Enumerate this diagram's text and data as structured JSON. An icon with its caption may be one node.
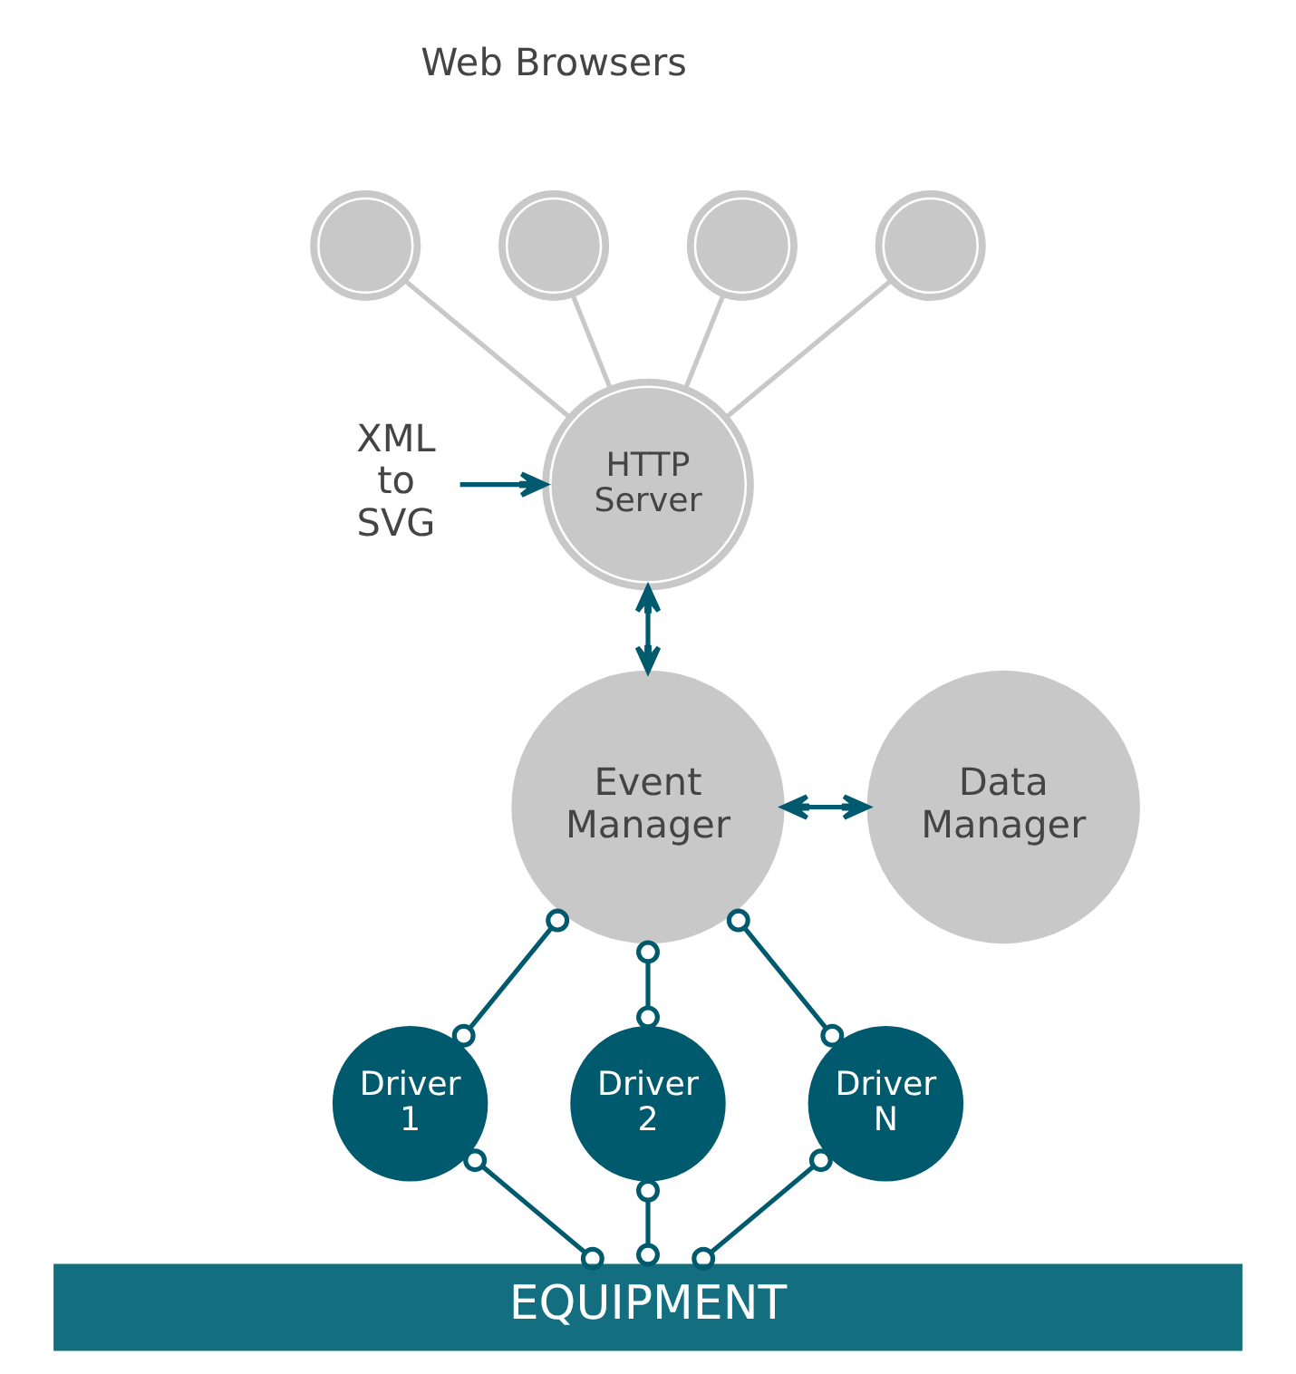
{
  "diagram": {
    "nodes": [
      {
        "text": [],
        "shape": "circle"
      },
      {
        "text": [],
        "shape": "circle"
      },
      {
        "text": [],
        "shape": "circle"
      },
      {
        "text": [],
        "shape": "circle"
      },
      {
        "text": [
          "HTTP Server"
        ]
      },
      {
        "text": [
          "XML to SVG"
        ]
      },
      {
        "text": [
          "Event Manager"
        ]
      },
      {
        "text": [
          "Data Manager"
        ]
      },
      {
        "text": [
          "Driver 1"
        ]
      },
      {
        "text": [
          "Driver 2"
        ]
      },
      {
        "text": [
          "Driver N"
        ]
      },
      {
        "text": [
          "EQUIPMENT"
        ]
      }
    ],
    "edges": [
      {
        "from": 0,
        "to": 4,
        "arrow": "none",
        "color": "#c8c8c8"
      },
      {
        "from": 1,
        "to": 4,
        "arrow": "none",
        "color": "#c8c8c8"
      },
      {
        "from": 2,
        "to": 4,
        "arrow": "none",
        "color": "#c8c8c8"
      },
      {
        "from": 3,
        "to": 4,
        "arrow": "none",
        "color": "#c8c8c8"
      },
      {
        "from": 5,
        "to": 4,
        "arrow": "to"
      },
      {
        "from": 4,
        "to": 6,
        "arrow": "both"
      },
      {
        "from": 6,
        "to": 7,
        "arrow": "both"
      },
      {
        "from": 6,
        "to": 8,
        "arrow": "other"
      },
      {
        "from": 6,
        "to": 9,
        "arrow": "other"
      },
      {
        "from": 6,
        "to": 10,
        "arrow": "other"
      },
      {
        "from": 8,
        "to": 11,
        "arrow": "other"
      },
      {
        "from": 9,
        "to": 11,
        "arrow": "other"
      },
      {
        "from": 10,
        "to": 11,
        "arrow": "other"
      }
    ],
    "labels": [
      "Web Browsers"
    ]
  }
}
